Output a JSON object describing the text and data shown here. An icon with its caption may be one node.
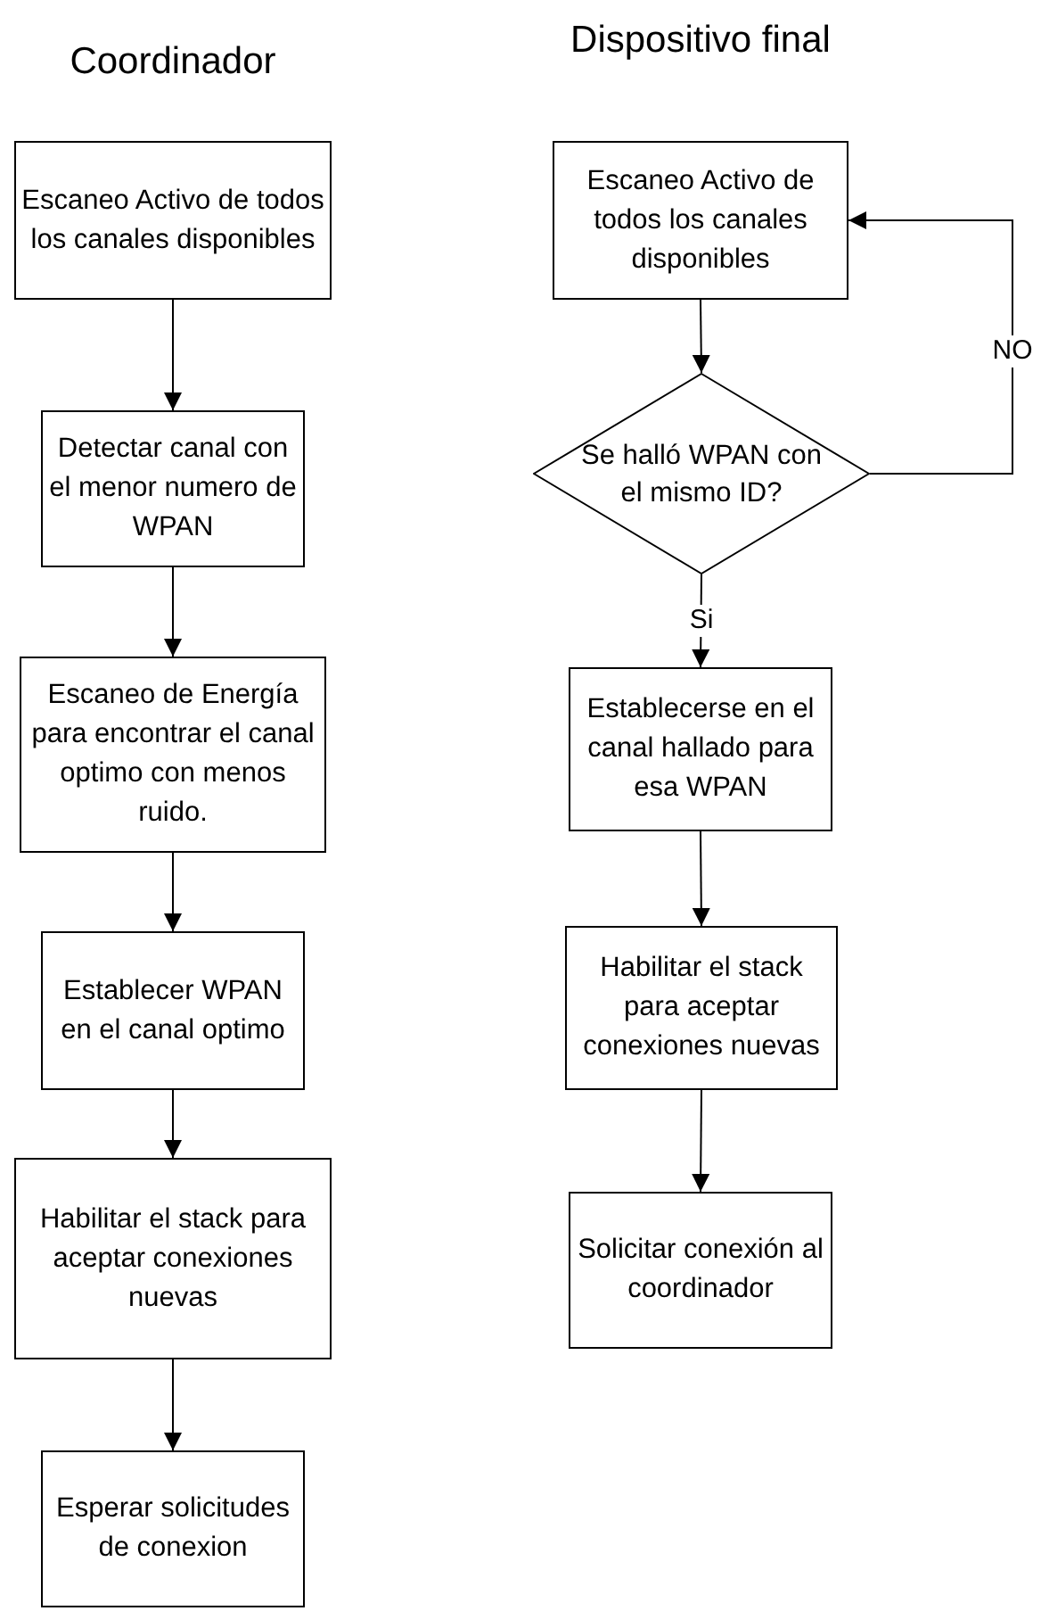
{
  "diagram": {
    "nodes": [
      {
        "text": [
          "Escaneo Activo de todos los canales disponibles"
        ]
      },
      {
        "text": [
          "Detectar canal con el menor numero de WPAN"
        ]
      },
      {
        "text": [
          "Escaneo de Energía para encontrar el canal optimo con menos ruido."
        ]
      },
      {
        "text": [
          "Establecer WPAN en el canal optimo"
        ]
      },
      {
        "text": [
          "Habilitar el stack para aceptar conexiones nuevas"
        ]
      },
      {
        "text": [
          "Esperar solicitudes de conexion"
        ]
      },
      {
        "text": [
          "Escaneo Activo de todos los canales disponibles"
        ]
      },
      {
        "text": [
          "Se halló WPAN con el mismo ID?"
        ]
      },
      {
        "text": [
          "Establecerse en el canal hallado para esa WPAN"
        ]
      },
      {
        "text": [
          "Habilitar el stack para aceptar conexiones nuevas"
        ]
      },
      {
        "text": [
          "Solicitar conexión al coordinador"
        ]
      }
    ],
    "edges": [
      {
        "from": 0,
        "to": 1,
        "arrow": "to"
      },
      {
        "from": 1,
        "to": 2,
        "arrow": "to"
      },
      {
        "from": 2,
        "to": 3,
        "arrow": "to"
      },
      {
        "from": 3,
        "to": 4,
        "arrow": "to"
      },
      {
        "from": 4,
        "to": 5,
        "arrow": "to"
      },
      {
        "from": 6,
        "to": 7,
        "arrow": "to"
      },
      {
        "from": 7,
        "to": 6,
        "arrow": "to",
        "label": "NO"
      },
      {
        "from": 7,
        "to": 8,
        "arrow": "to",
        "label": "Si"
      },
      {
        "from": 8,
        "to": 9,
        "arrow": "to"
      },
      {
        "from": 9,
        "to": 10,
        "arrow": "to"
      }
    ],
    "labels": [
      "Coordinador",
      "Dispositivo final"
    ]
  }
}
